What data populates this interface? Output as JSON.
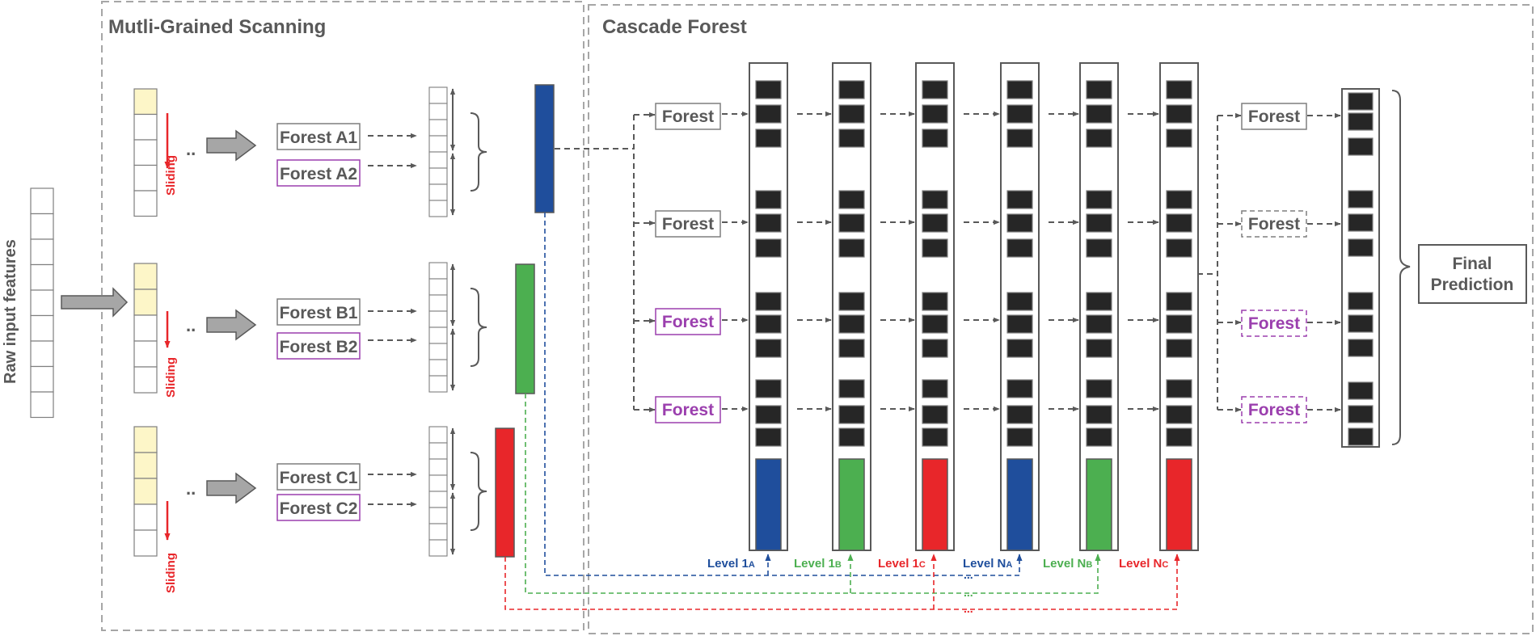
{
  "sections": {
    "mgs": {
      "title": "Mutli-Grained Scanning"
    },
    "cascade": {
      "title": "Cascade Forest"
    }
  },
  "raw_input": {
    "label": "Raw input features"
  },
  "sliding_label": "Sliding",
  "ellipsis": "..",
  "scan_forests": {
    "a1": "Forest A1",
    "a2": "Forest A2",
    "b1": "Forest B1",
    "b2": "Forest B2",
    "c1": "Forest C1",
    "c2": "Forest C2"
  },
  "cascade_forest_label": "Forest",
  "levels": {
    "l1a": {
      "main": "Level 1",
      "sub": "A"
    },
    "l1b": {
      "main": "Level 1",
      "sub": "B"
    },
    "l1c": {
      "main": "Level 1",
      "sub": "C"
    },
    "lna": {
      "main": "Level N",
      "sub": "A"
    },
    "lnb": {
      "main": "Level N",
      "sub": "B"
    },
    "lnc": {
      "main": "Level N",
      "sub": "C"
    }
  },
  "between_levels": "...",
  "final": {
    "line1": "Final",
    "line2": "Prediction"
  },
  "colors": {
    "gray_text": "#595959",
    "purple": "#9b3fae",
    "blue": "#1f4e9c",
    "green": "#4caf50",
    "red": "#e8262a",
    "yellow_cell": "#fdf6c8",
    "dark_cell": "#262626",
    "dash_border": "#a6a6a6"
  }
}
